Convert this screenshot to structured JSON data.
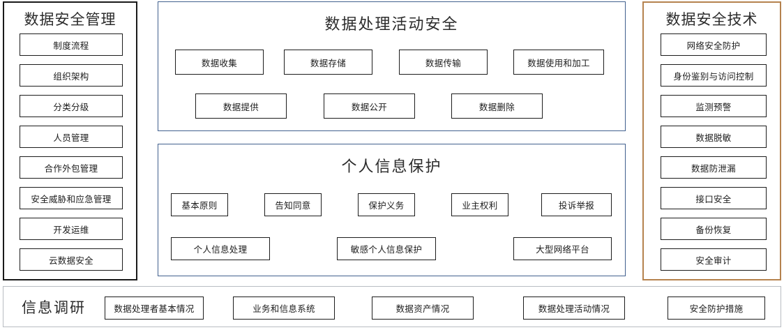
{
  "columns": {
    "left": {
      "title": "数据安全管理",
      "items": [
        "制度流程",
        "组织架构",
        "分类分级",
        "人员管理",
        "合作外包管理",
        "安全威胁和应急管理",
        "开发运维",
        "云数据安全"
      ],
      "border_color": "#1a1a1a"
    },
    "right": {
      "title": "数据安全技术",
      "items": [
        "网络安全防护",
        "身份鉴别与访问控制",
        "监测预警",
        "数据脱敏",
        "数据防泄漏",
        "接口安全",
        "备份恢复",
        "安全审计"
      ],
      "border_color": "#b5824e"
    }
  },
  "panels": {
    "processing": {
      "title": "数据处理活动安全",
      "border_color": "#41608e",
      "row1": [
        "数据收集",
        "数据存储",
        "数据传输",
        "数据使用和加工"
      ],
      "row2": [
        "数据提供",
        "数据公开",
        "数据删除"
      ]
    },
    "personal_info": {
      "title": "个人信息保护",
      "border_color": "#41608e",
      "row1": [
        "基本原则",
        "告知同意",
        "保护义务",
        "业主权利",
        "投诉举报"
      ],
      "row2": [
        "个人信息处理",
        "敏感个人信息保护",
        "大型网络平台"
      ]
    },
    "survey": {
      "title": "信息调研",
      "border_color": "#b8bcc2",
      "items": [
        "数据处理者基本情况",
        "业务和信息系统",
        "数据资产情况",
        "数据处理活动情况",
        "安全防护措施"
      ]
    }
  }
}
